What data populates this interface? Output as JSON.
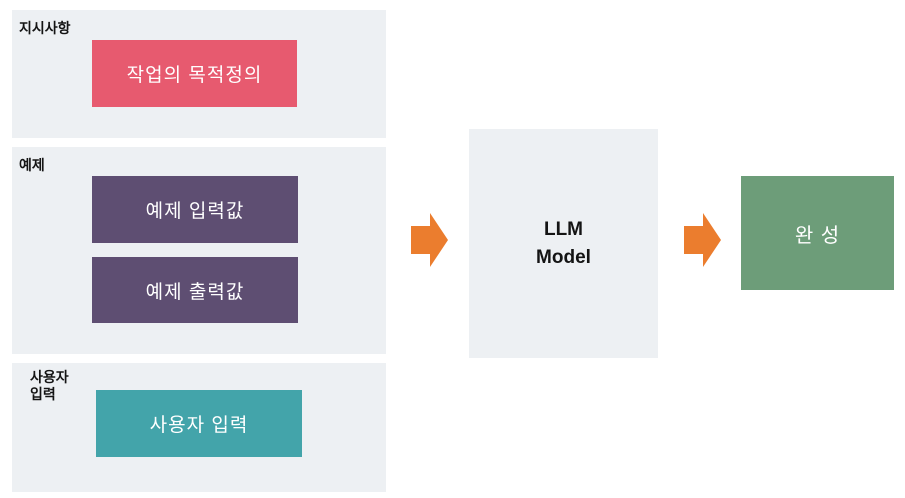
{
  "sections": [
    {
      "title": "지시사항",
      "items": [
        "작업의 목적정의"
      ]
    },
    {
      "title": "예제",
      "items": [
        "예제 입력값",
        "예제 출력값"
      ]
    },
    {
      "title": "사용자 입력",
      "items": [
        "사용자 입력"
      ]
    }
  ],
  "model_box": {
    "line1": "LLM",
    "line2": "Model"
  },
  "output_box": {
    "label": "완 성"
  },
  "colors": {
    "section_background": "#edf0f3",
    "instruction_box": "#e75a6f",
    "example_box": "#5e4e72",
    "user_input_box": "#43a4aa",
    "output_box": "#6d9d79",
    "arrow": "#eb7d2e",
    "label_text": "#141414",
    "box_text": "#ffffff"
  }
}
